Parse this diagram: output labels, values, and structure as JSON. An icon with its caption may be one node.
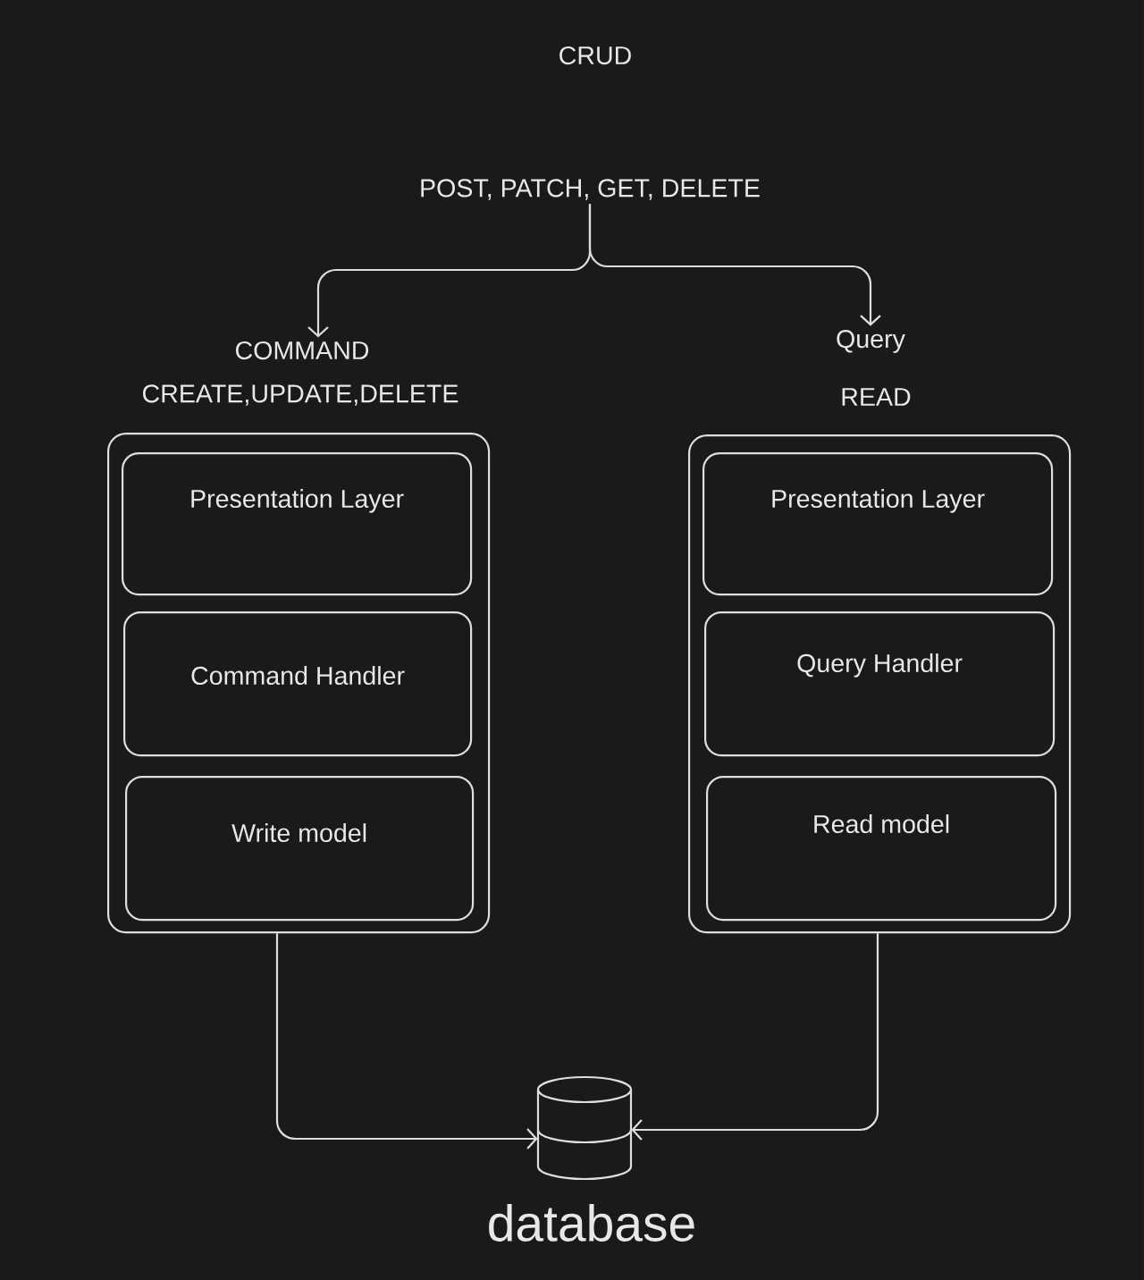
{
  "diagram": {
    "nodes": [
      {
        "text": [
          "POST, PATCH, GET, DELETE"
        ]
      },
      {
        "text": [
          "COMMAND"
        ],
        "beside": [
          "CREATE,UPDATE,DELETE"
        ]
      },
      {
        "text": [
          "Query"
        ],
        "beside": [
          "READ"
        ]
      },
      {
        "text": [],
        "shape": "box"
      },
      {
        "text": [
          "Presentation Layer"
        ],
        "in": 3
      },
      {
        "text": [
          "Command Handler"
        ],
        "in": 3
      },
      {
        "text": [
          "Write model"
        ],
        "in": 3
      },
      {
        "text": [],
        "shape": "box"
      },
      {
        "text": [
          "Presentation Layer"
        ],
        "in": 7
      },
      {
        "text": [
          "Query Handler"
        ],
        "in": 7
      },
      {
        "text": [
          "Read model"
        ],
        "in": 7
      },
      {
        "text": [
          "database"
        ]
      }
    ],
    "edges": [
      {
        "from": 0,
        "to": 1,
        "arrow": "to"
      },
      {
        "from": 0,
        "to": 2,
        "arrow": "to"
      },
      {
        "from": 3,
        "to": 11,
        "arrow": "to"
      },
      {
        "from": 7,
        "to": 11,
        "arrow": "to"
      }
    ],
    "labels": [
      "CRUD"
    ]
  }
}
